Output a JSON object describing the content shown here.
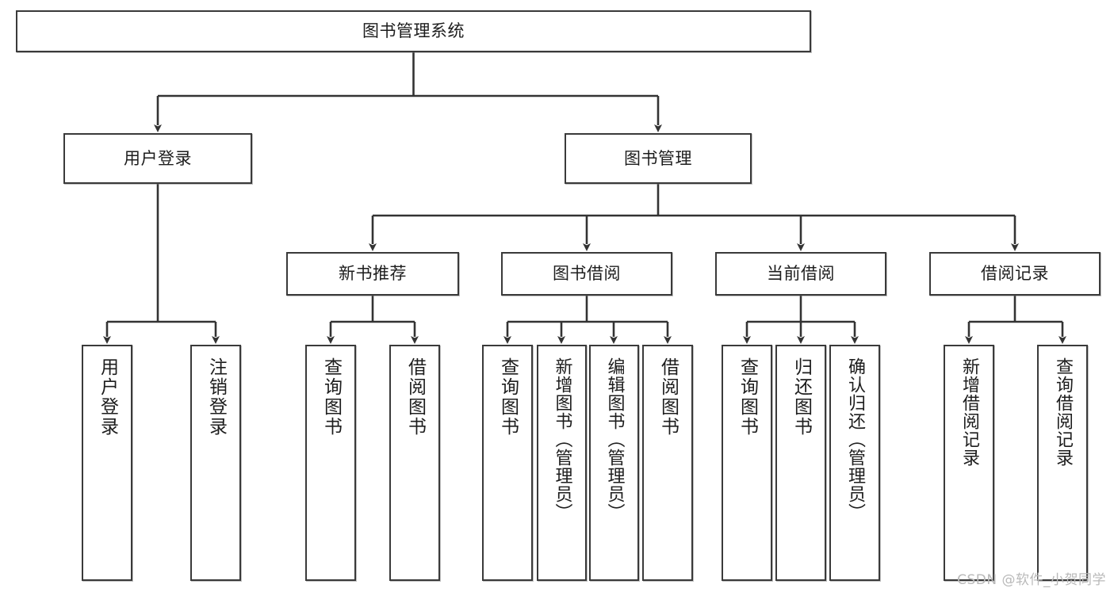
{
  "diagram": {
    "title": "图书管理系统",
    "watermark": "CSDN @软件_小贺同学",
    "colors": {
      "box_border": "#3a3a3a",
      "box_fill": "#ffffff",
      "line": "#333333",
      "text": "#1d1d1d",
      "watermark": "#b9b9b9"
    },
    "levels": {
      "root": {
        "label": "图书管理系统"
      },
      "level2": [
        {
          "id": "user-login",
          "label": "用户登录"
        },
        {
          "id": "book-manage",
          "label": "图书管理"
        }
      ],
      "level3": [
        {
          "id": "new-book-rec",
          "label": "新书推荐"
        },
        {
          "id": "book-borrow",
          "label": "图书借阅"
        },
        {
          "id": "current-borrow",
          "label": "当前借阅"
        },
        {
          "id": "borrow-record",
          "label": "借阅记录"
        }
      ],
      "leaves": [
        {
          "id": "leaf-user-login",
          "label": "用户登录",
          "parent": "user-login"
        },
        {
          "id": "leaf-logout-login",
          "label": "注销登录",
          "parent": "user-login"
        },
        {
          "id": "leaf-query-book-1",
          "label": "查询图书",
          "parent": "new-book-rec"
        },
        {
          "id": "leaf-borrow-book-1",
          "label": "借阅图书",
          "parent": "new-book-rec"
        },
        {
          "id": "leaf-query-book-2",
          "label": "查询图书",
          "parent": "book-borrow"
        },
        {
          "id": "leaf-add-book",
          "label": "新增图书（管理员）",
          "parent": "book-borrow"
        },
        {
          "id": "leaf-edit-book",
          "label": "编辑图书（管理员）",
          "parent": "book-borrow"
        },
        {
          "id": "leaf-borrow-book-2",
          "label": "借阅图书",
          "parent": "book-borrow"
        },
        {
          "id": "leaf-query-book-3",
          "label": "查询图书",
          "parent": "current-borrow"
        },
        {
          "id": "leaf-return-book",
          "label": "归还图书",
          "parent": "current-borrow"
        },
        {
          "id": "leaf-confirm-return",
          "label": "确认归还（管理员）",
          "parent": "current-borrow"
        },
        {
          "id": "leaf-add-record",
          "label": "新增借阅记录",
          "parent": "borrow-record"
        },
        {
          "id": "leaf-query-record",
          "label": "查询借阅记录",
          "parent": "borrow-record"
        }
      ]
    }
  }
}
